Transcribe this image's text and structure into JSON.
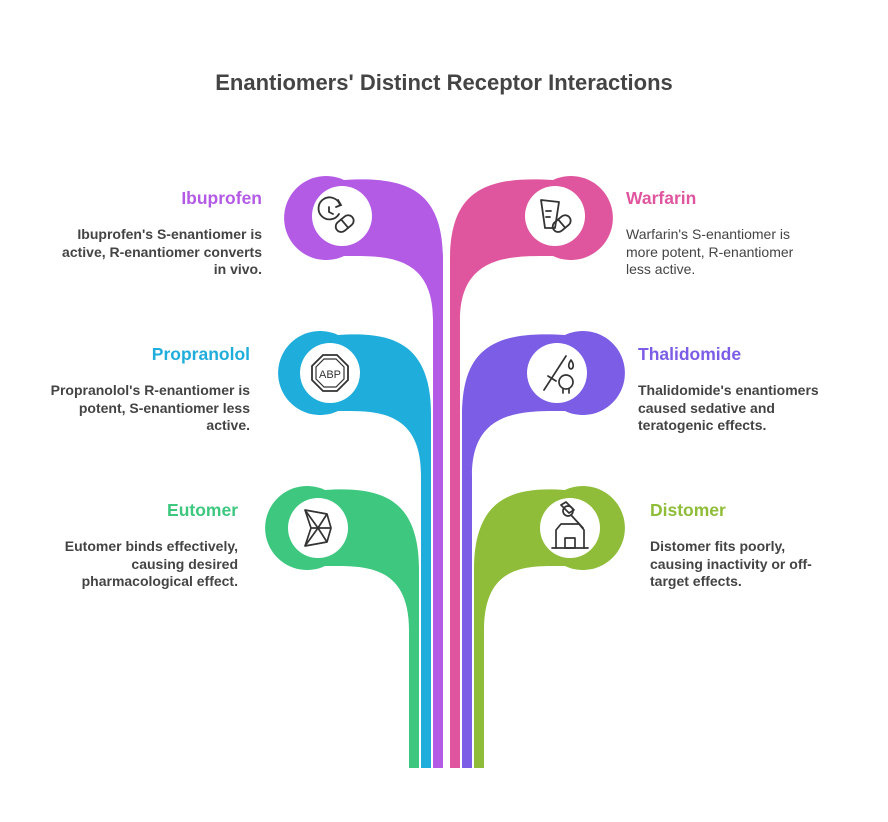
{
  "title": "Enantiomers' Distinct Receptor Interactions",
  "colors": {
    "ibuprofen": "#b45be6",
    "warfarin": "#e0569e",
    "propranolol": "#1faddb",
    "thalidomide": "#7b5de6",
    "eutomer": "#3dc77f",
    "distomer": "#8fbd39"
  },
  "items": {
    "ibuprofen": {
      "label": "Ibuprofen",
      "desc": "Ibuprofen's S-enantiomer is active, R-enantiomer converts in vivo.",
      "icon": "clock-pill-icon"
    },
    "warfarin": {
      "label": "Warfarin",
      "desc": "Warfarin's S-enantiomer is more potent, R-enantiomer less active.",
      "icon": "cup-pill-icon"
    },
    "propranolol": {
      "label": "Propranolol",
      "desc": "Propranolol's R-enantiomer is potent, S-enantiomer less active.",
      "icon": "abp-octagon-icon",
      "icon_text": "ABP"
    },
    "thalidomide": {
      "label": "Thalidomide",
      "desc": "Thalidomide's enantiomers caused sedative and teratogenic effects.",
      "icon": "syringe-skull-icon"
    },
    "eutomer": {
      "label": "Eutomer",
      "desc": "Eutomer binds effectively, causing desired pharmacological effect.",
      "icon": "geometric-shape-icon"
    },
    "distomer": {
      "label": "Distomer",
      "desc": "Distomer fits poorly, causing inactivity or off-target effects.",
      "icon": "axe-building-icon"
    }
  }
}
